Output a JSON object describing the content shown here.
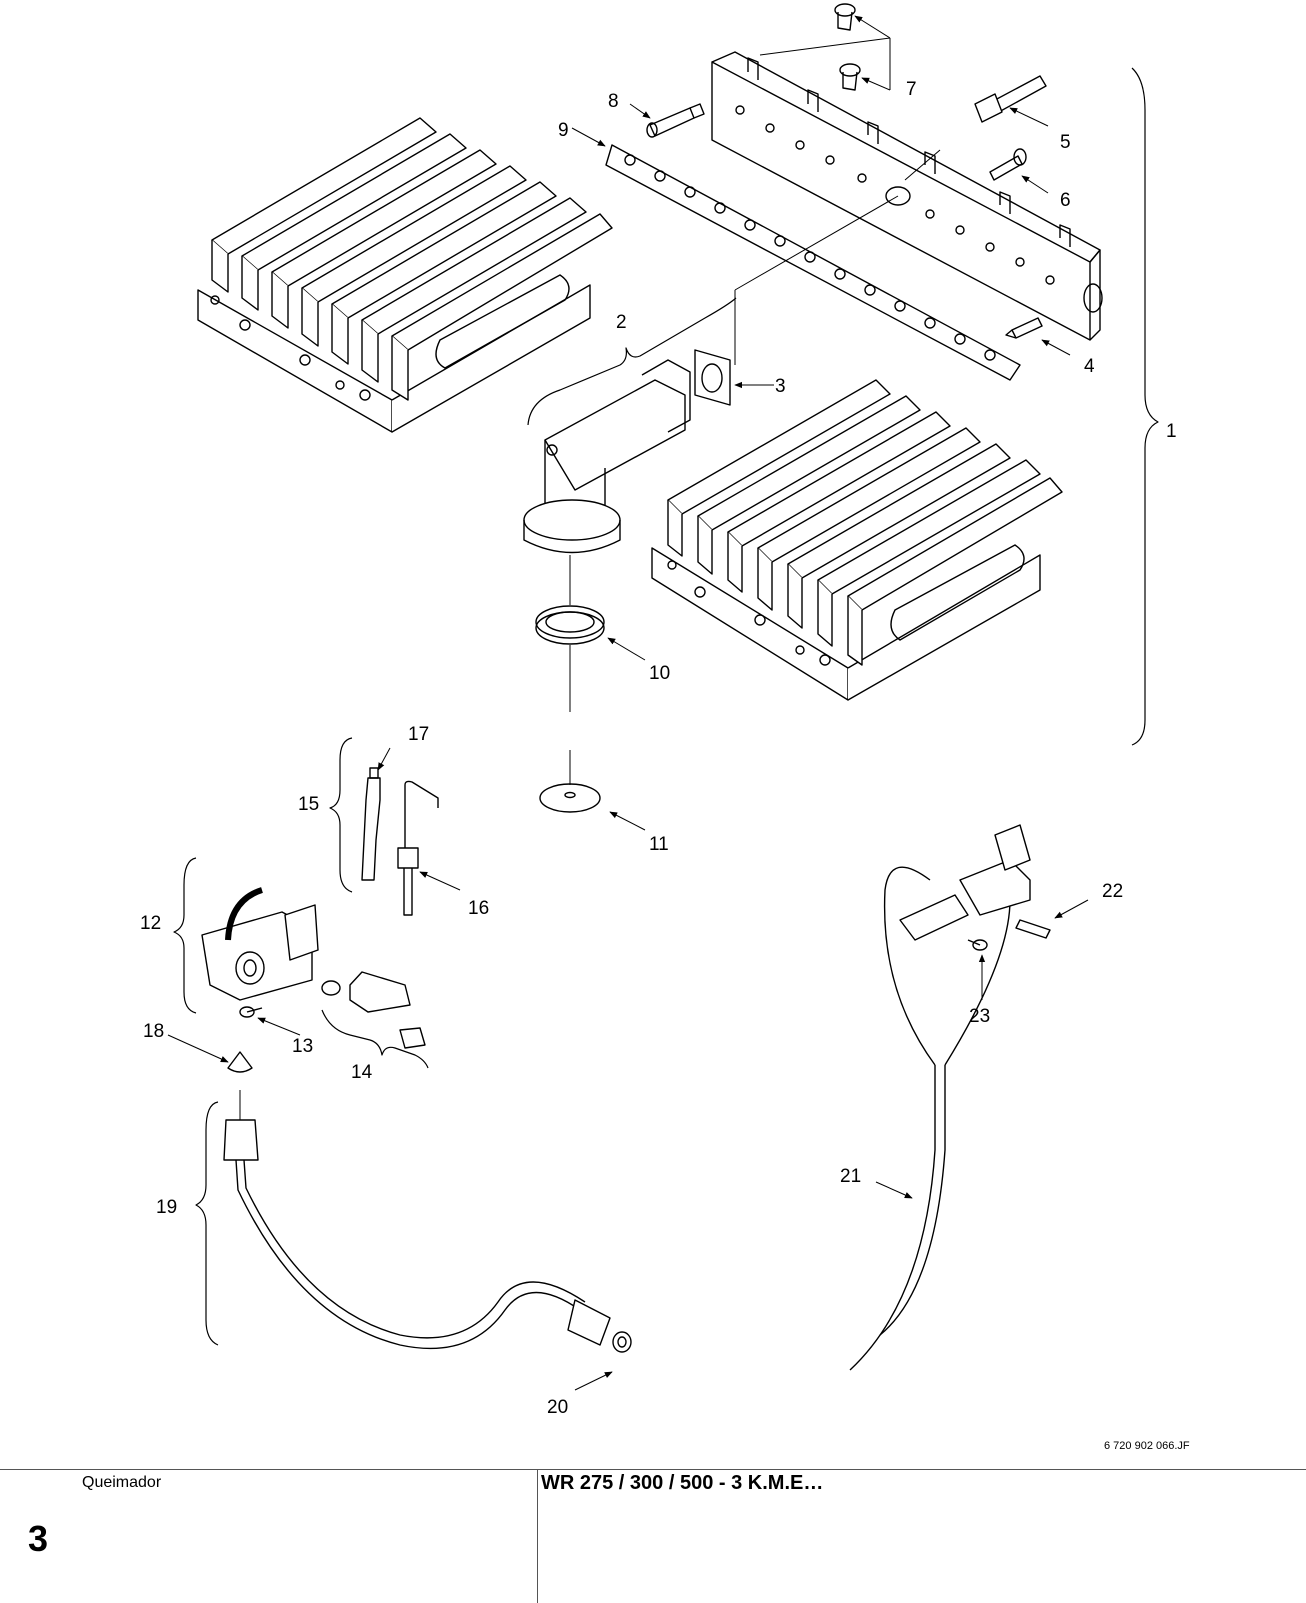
{
  "diagram": {
    "callouts": [
      "1",
      "2",
      "3",
      "4",
      "5",
      "6",
      "7",
      "8",
      "9",
      "10",
      "11",
      "12",
      "13",
      "14",
      "15",
      "16",
      "17",
      "18",
      "19",
      "20",
      "21",
      "22",
      "23"
    ],
    "reference_code": "6 720 902 066.JF"
  },
  "footer": {
    "section_name": "Queimador",
    "section_number": "3",
    "model": "WR 275 / 300 / 500 - 3 K.M.E…"
  }
}
